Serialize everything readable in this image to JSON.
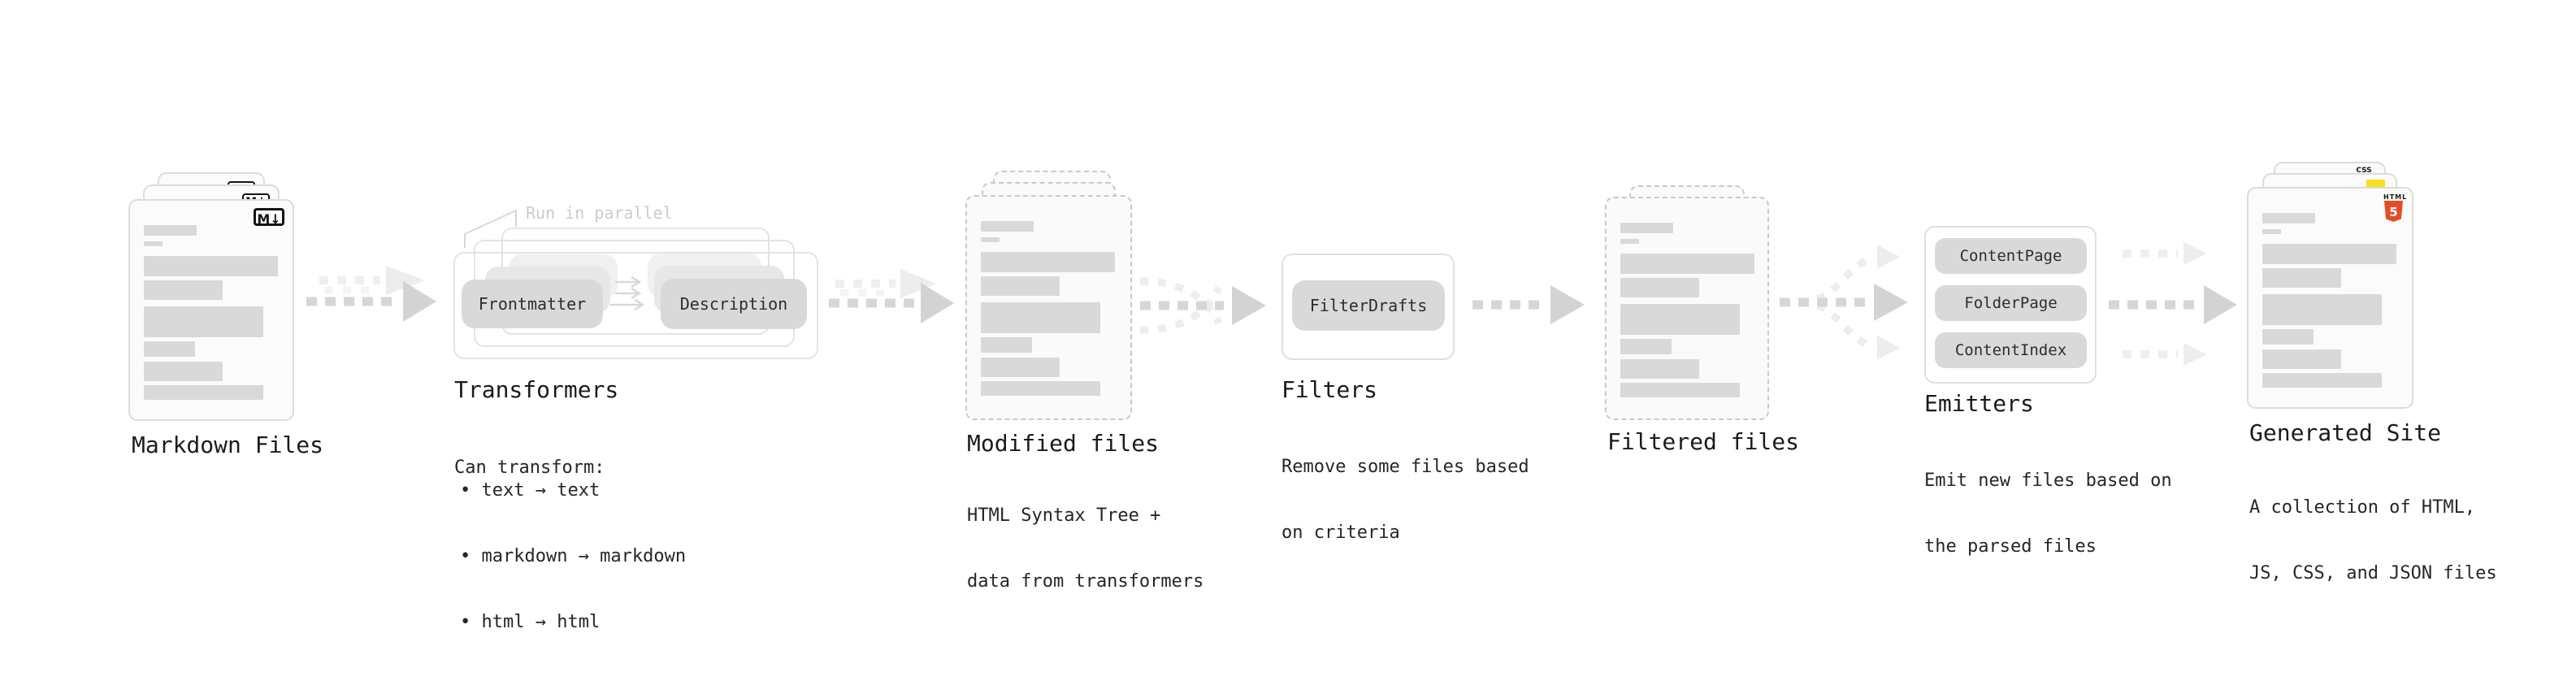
{
  "colors": {
    "accent-html5": "#e44d26",
    "accent-js": "#f7df1e",
    "accent-css": "#2965f1"
  },
  "icons": {
    "markdown_label": "M↓",
    "css_label": "CSS",
    "html_label": "HTML",
    "html_number": "5"
  },
  "stages": {
    "markdown_files": {
      "title": "Markdown Files"
    },
    "transformers": {
      "title": "Transformers",
      "annotation": "Run in parallel",
      "pill_left": "Frontmatter",
      "pill_right": "Description",
      "desc_heading": "Can transform:",
      "bullets": [
        "• text → text",
        "• markdown → markdown",
        "• html → html"
      ]
    },
    "modified_files": {
      "title": "Modified files",
      "subtitle": [
        "HTML Syntax Tree +",
        "data from transformers"
      ]
    },
    "filters": {
      "title": "Filters",
      "pill": "FilterDrafts",
      "subtitle": [
        "Remove some files based",
        "on criteria"
      ]
    },
    "filtered_files": {
      "title": "Filtered files"
    },
    "emitters": {
      "title": "Emitters",
      "pills": [
        "ContentPage",
        "FolderPage",
        "ContentIndex"
      ],
      "subtitle": [
        "Emit new files based on",
        "the parsed files"
      ]
    },
    "generated_site": {
      "title": "Generated Site",
      "subtitle": [
        "A collection of HTML,",
        "JS, CSS, and JSON files"
      ]
    }
  }
}
